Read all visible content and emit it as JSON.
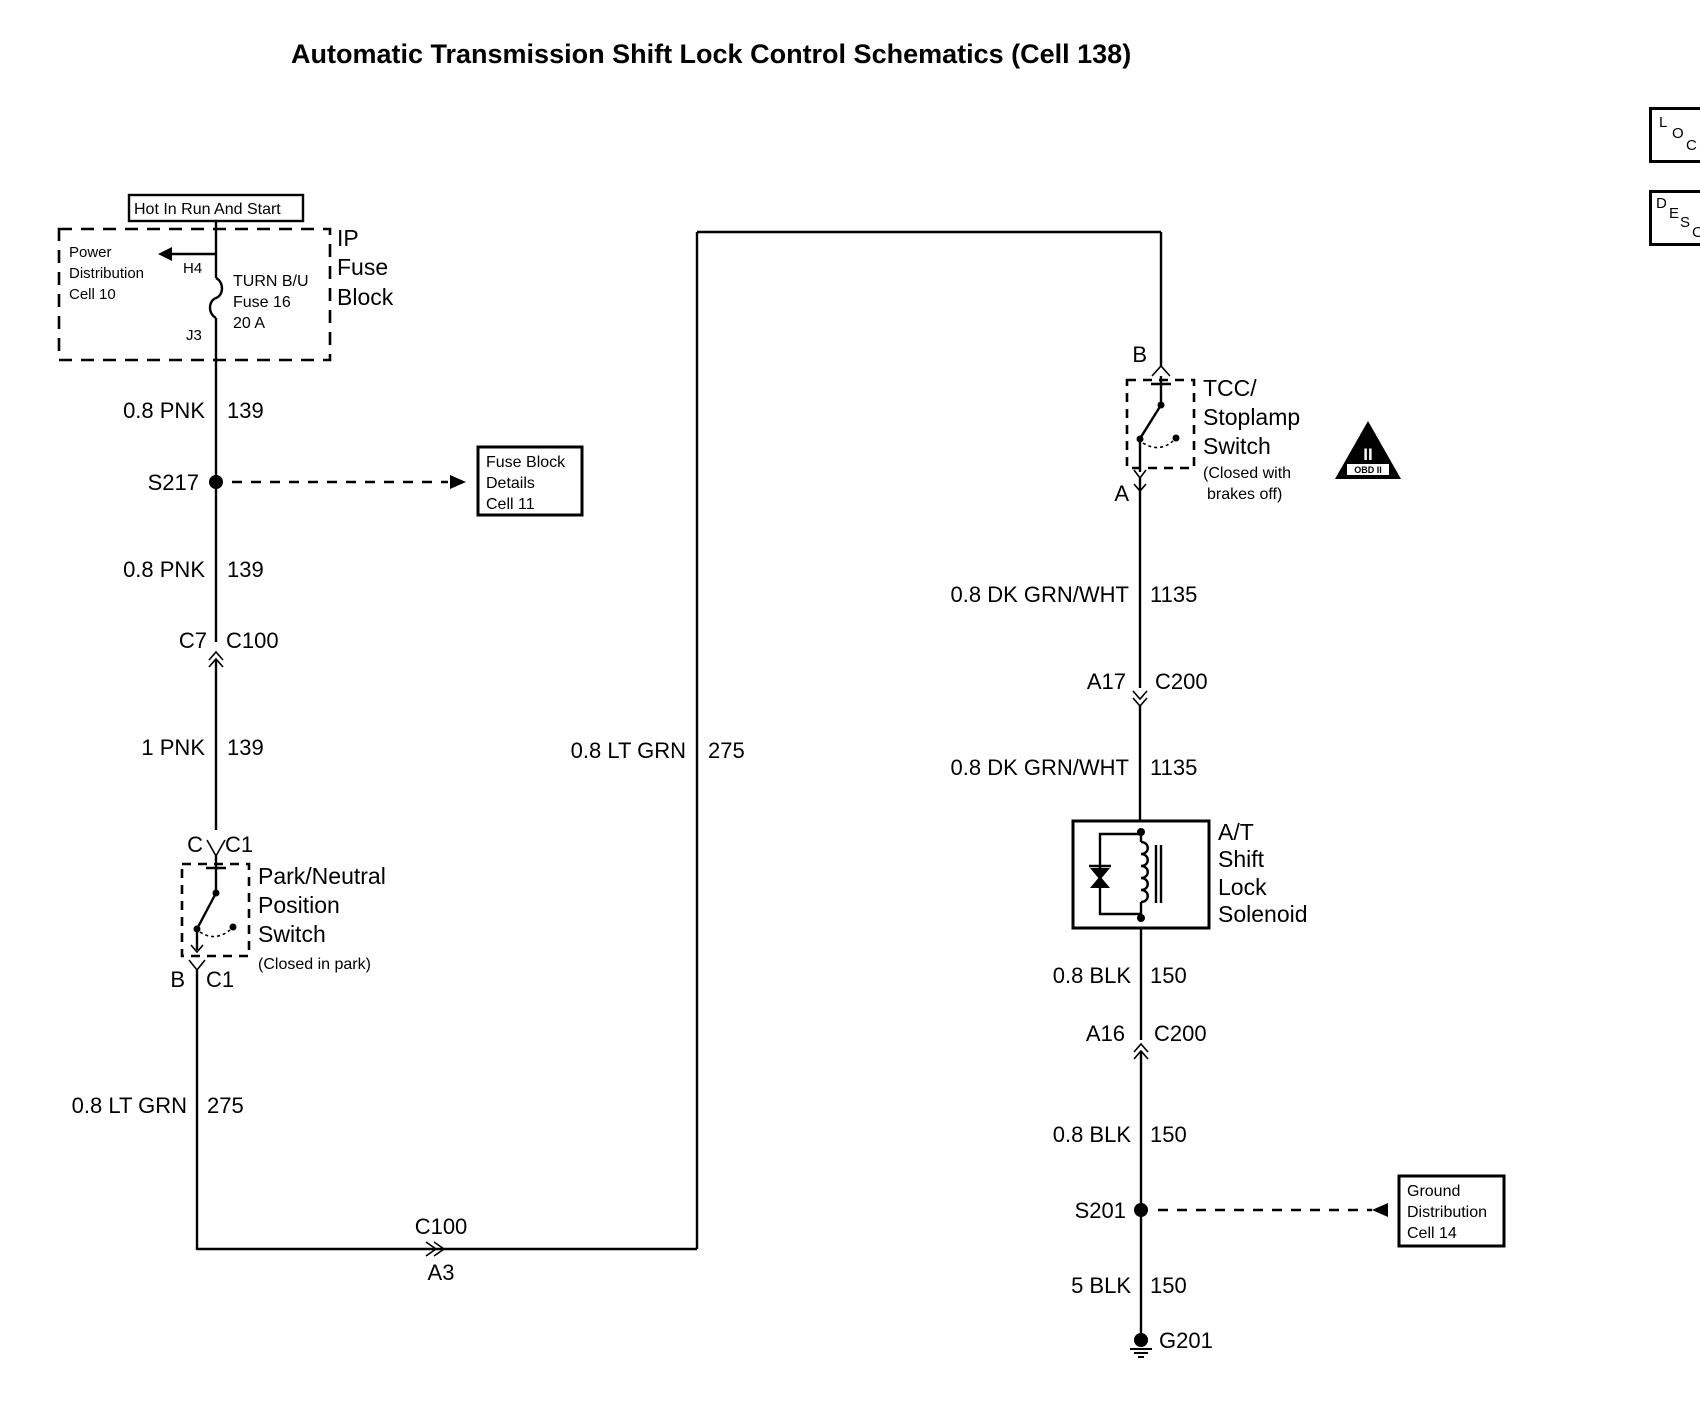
{
  "title": "Automatic Transmission Shift Lock Control Schematics (Cell 138)",
  "nav": {
    "loc": [
      "L",
      "O",
      "C"
    ],
    "desc": [
      "D",
      "E",
      "S",
      "C"
    ]
  },
  "left": {
    "hot_label": "Hot In Run And Start",
    "ip_fuse_block": [
      "IP",
      "Fuse",
      "Block"
    ],
    "power_dist": [
      "Power",
      "Distribution",
      "Cell 10"
    ],
    "h4": "H4",
    "j3": "J3",
    "fuse": [
      "TURN B/U",
      "Fuse 16",
      "20 A"
    ],
    "w1": {
      "gauge": "0.8 PNK",
      "circuit": "139"
    },
    "s217": "S217",
    "fuse_details": [
      "Fuse Block",
      "Details",
      "Cell 11"
    ],
    "w2": {
      "gauge": "0.8 PNK",
      "circuit": "139"
    },
    "c7": "C7",
    "c100": "C100",
    "w3": {
      "gauge": "1 PNK",
      "circuit": "139"
    },
    "conn_c_pin": "C",
    "conn_c1_top": "C1",
    "pn_switch": [
      "Park/Neutral",
      "Position",
      "Switch"
    ],
    "pn_note": "(Closed in park)",
    "conn_b_pin": "B",
    "conn_c1_bot": "C1",
    "w4": {
      "gauge": "0.8 LT GRN",
      "circuit": "275"
    },
    "bottom_c100": "C100",
    "bottom_a3": "A3"
  },
  "middle": {
    "w": {
      "gauge": "0.8 LT GRN",
      "circuit": "275"
    }
  },
  "right": {
    "b_pin": "B",
    "tcc_switch": [
      "TCC/",
      "Stoplamp",
      "Switch"
    ],
    "tcc_note": [
      "(Closed with",
      "brakes off)"
    ],
    "obd": "OBD II",
    "obd_numeral": "II",
    "a_pin": "A",
    "w1": {
      "gauge": "0.8 DK GRN/WHT",
      "circuit": "1135"
    },
    "a17": "A17",
    "c200_top": "C200",
    "w2": {
      "gauge": "0.8 DK GRN/WHT",
      "circuit": "1135"
    },
    "solenoid": [
      "A/T",
      "Shift",
      "Lock",
      "Solenoid"
    ],
    "w3": {
      "gauge": "0.8 BLK",
      "circuit": "150"
    },
    "a16": "A16",
    "c200_bot": "C200",
    "w4": {
      "gauge": "0.8 BLK",
      "circuit": "150"
    },
    "s201": "S201",
    "ground_dist": [
      "Ground",
      "Distribution",
      "Cell 14"
    ],
    "w5": {
      "gauge": "5 BLK",
      "circuit": "150"
    },
    "g201": "G201"
  }
}
